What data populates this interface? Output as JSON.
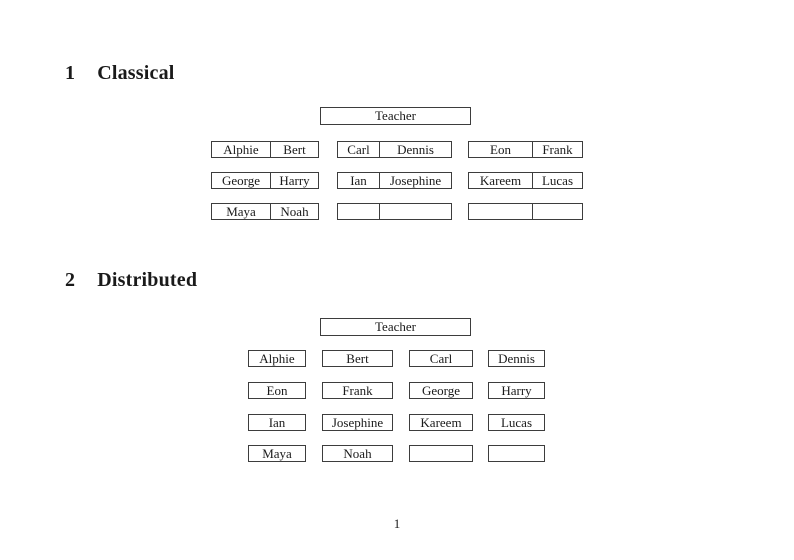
{
  "document": {
    "page_number": "1",
    "sections": [
      {
        "number": "1",
        "title": "Classical",
        "teacher_label": "Teacher",
        "desk_rows": [
          [
            {
              "left": "Alphie",
              "right": "Bert"
            },
            {
              "left": "Carl",
              "right": "Dennis"
            },
            {
              "left": "Eon",
              "right": "Frank"
            }
          ],
          [
            {
              "left": "George",
              "right": "Harry"
            },
            {
              "left": "Ian",
              "right": "Josephine"
            },
            {
              "left": "Kareem",
              "right": "Lucas"
            }
          ],
          [
            {
              "left": "Maya",
              "right": "Noah"
            },
            {
              "left": "",
              "right": ""
            },
            {
              "left": "",
              "right": ""
            }
          ]
        ]
      },
      {
        "number": "2",
        "title": "Distributed",
        "teacher_label": "Teacher",
        "desk_rows": [
          [
            "Alphie",
            "Bert",
            "Carl",
            "Dennis"
          ],
          [
            "Eon",
            "Frank",
            "George",
            "Harry"
          ],
          [
            "Ian",
            "Josephine",
            "Kareem",
            "Lucas"
          ],
          [
            "Maya",
            "Noah",
            "",
            ""
          ]
        ]
      }
    ]
  }
}
